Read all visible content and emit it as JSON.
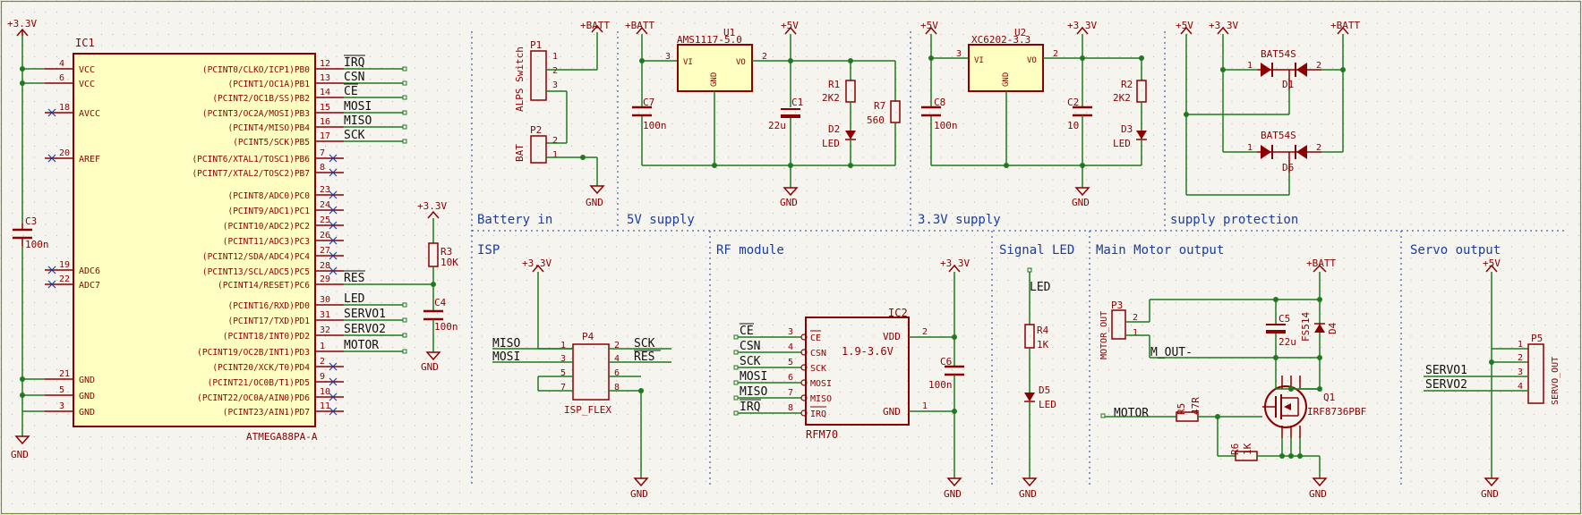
{
  "sections": {
    "battery": "Battery in",
    "supply5v": "5V supply",
    "supply33": "3.3V supply",
    "protection": "supply protection",
    "isp": "ISP",
    "rf": "RF module",
    "signal_led": "Signal LED",
    "motor": "Main Motor output",
    "servo": "Servo output"
  },
  "power": {
    "v33": "+3.3V",
    "v5": "+5V",
    "batt": "+BATT",
    "gnd": "GND"
  },
  "mcu": {
    "ref": "IC1",
    "value": "ATMEGA88PA-A",
    "left_pins": [
      {
        "num": "4",
        "name": "VCC"
      },
      {
        "num": "6",
        "name": "VCC"
      },
      {
        "num": "18",
        "name": "AVCC"
      },
      {
        "num": "20",
        "name": "AREF"
      },
      {
        "num": "19",
        "name": "ADC6"
      },
      {
        "num": "22",
        "name": "ADC7"
      },
      {
        "num": "21",
        "name": "GND"
      },
      {
        "num": "5",
        "name": "GND"
      },
      {
        "num": "3",
        "name": "GND"
      }
    ],
    "right_pins": [
      {
        "num": "12",
        "name": "(PCINT0/CLKO/ICP1)PB0",
        "net": "IRQ"
      },
      {
        "num": "13",
        "name": "(PCINT1/OC1A)PB1",
        "net": "CSN"
      },
      {
        "num": "14",
        "name": "(PCINT2/OC1B/SS)PB2",
        "net": "CE"
      },
      {
        "num": "15",
        "name": "(PCINT3/OC2A/MOSI)PB3",
        "net": "MOSI"
      },
      {
        "num": "16",
        "name": "(PCINT4/MISO)PB4",
        "net": "MISO"
      },
      {
        "num": "17",
        "name": "(PCINT5/SCK)PB5",
        "net": "SCK"
      },
      {
        "num": "7",
        "name": "(PCINT6/XTAL1/TOSC1)PB6",
        "net": ""
      },
      {
        "num": "8",
        "name": "(PCINT7/XTAL2/TOSC2)PB7",
        "net": ""
      },
      {
        "num": "23",
        "name": "(PCINT8/ADC0)PC0",
        "net": ""
      },
      {
        "num": "24",
        "name": "(PCINT9/ADC1)PC1",
        "net": ""
      },
      {
        "num": "25",
        "name": "(PCINT10/ADC2)PC2",
        "net": ""
      },
      {
        "num": "26",
        "name": "(PCINT11/ADC3)PC3",
        "net": ""
      },
      {
        "num": "27",
        "name": "(PCINT12/SDA/ADC4)PC4",
        "net": ""
      },
      {
        "num": "28",
        "name": "(PCINT13/SCL/ADC5)PC5",
        "net": ""
      },
      {
        "num": "29",
        "name": "(PCINT14/RESET)PC6",
        "net": "RES"
      },
      {
        "num": "30",
        "name": "(PCINT16/RXD)PD0",
        "net": "LED"
      },
      {
        "num": "31",
        "name": "(PCINT17/TXD)PD1",
        "net": "SERVO1"
      },
      {
        "num": "32",
        "name": "(PCINT18/INT0)PD2",
        "net": "SERVO2"
      },
      {
        "num": "1",
        "name": "(PCINT19/OC2B/INT1)PD3",
        "net": "MOTOR"
      },
      {
        "num": "2",
        "name": "(PCINT20/XCK/T0)PD4",
        "net": ""
      },
      {
        "num": "9",
        "name": "(PCINT21/OC0B/T1)PD5",
        "net": ""
      },
      {
        "num": "10",
        "name": "(PCINT22/OC0A/AIN0)PD6",
        "net": ""
      },
      {
        "num": "11",
        "name": "(PCINT23/AIN1)PD7",
        "net": ""
      }
    ]
  },
  "parts": {
    "c3": {
      "ref": "C3",
      "value": "100n"
    },
    "r3": {
      "ref": "R3",
      "value": "10K"
    },
    "c4": {
      "ref": "C4",
      "value": "100n"
    },
    "p1": {
      "ref": "P1",
      "value": "ALPS Switch"
    },
    "p2": {
      "ref": "P2",
      "value": "BAT"
    },
    "u1": {
      "ref": "U1",
      "value": "AMS1117-5.0",
      "vi": "VI",
      "vo": "VO",
      "gnd": "GND"
    },
    "c7": {
      "ref": "C7",
      "value": "100n"
    },
    "c1": {
      "ref": "C1",
      "value": "22u"
    },
    "r1": {
      "ref": "R1",
      "value": "2K2"
    },
    "d2": {
      "ref": "D2",
      "value": "LED"
    },
    "r7": {
      "ref": "R7",
      "value": "560"
    },
    "u2": {
      "ref": "U2",
      "value": "XC6202-3.3",
      "vi": "VI",
      "vo": "VO",
      "gnd": "GND"
    },
    "c8": {
      "ref": "C8",
      "value": "100n"
    },
    "c2": {
      "ref": "C2",
      "value": "10"
    },
    "r2": {
      "ref": "R2",
      "value": "2K2"
    },
    "d3": {
      "ref": "D3",
      "value": "LED"
    },
    "d1": {
      "ref": "D1",
      "value": "BAT54S"
    },
    "d6": {
      "ref": "D6",
      "value": "BAT54S"
    },
    "p4": {
      "ref": "P4",
      "value": "ISP_FLEX"
    },
    "ic2": {
      "ref": "IC2",
      "value": "RFM70",
      "range": "1.9-3.6V"
    },
    "c6": {
      "ref": "C6",
      "value": "100n"
    },
    "r4": {
      "ref": "R4",
      "value": "1K"
    },
    "d5": {
      "ref": "D5",
      "value": "LED"
    },
    "p3": {
      "ref": "P3",
      "value": "MOTOR_OUT"
    },
    "c5": {
      "ref": "C5",
      "value": "22u"
    },
    "d4": {
      "ref": "D4",
      "value": "FS514"
    },
    "r5": {
      "ref": "R5",
      "value": "47R"
    },
    "r6": {
      "ref": "R6",
      "value": "1K"
    },
    "q1": {
      "ref": "Q1",
      "value": "IRF8736PBF"
    },
    "p5": {
      "ref": "P5",
      "value": "SERVO_OUT"
    }
  },
  "nets": {
    "isp_left": [
      "MISO",
      "MOSI"
    ],
    "isp_right": [
      "SCK",
      "RES"
    ],
    "rf_labels": [
      "CE",
      "CSN",
      "SCK",
      "MOSI",
      "MISO",
      "IRQ"
    ],
    "rf_pins": [
      "3",
      "4",
      "5",
      "6",
      "7",
      "8"
    ],
    "rf_pin_names": [
      "CE",
      "CSN",
      "SCK",
      "MOSI",
      "MISO",
      "IRQ"
    ],
    "rf_vdd": "VDD",
    "rf_gnd": "GND",
    "led": "LED",
    "m_out": "M_OUT-",
    "motor": "MOTOR",
    "servo": [
      "SERVO1",
      "SERVO2"
    ]
  },
  "colors": {
    "wire": "#1f7a1f",
    "symbol": "#8b0000",
    "body": "#ffffc2",
    "label": "#0f0f0f",
    "section": "#1a3d9e",
    "frame": "#7a8a3a"
  }
}
